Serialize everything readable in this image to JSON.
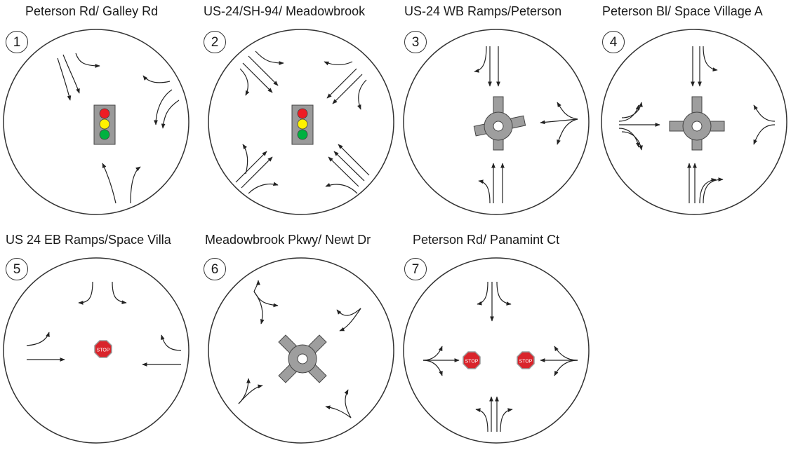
{
  "panels": [
    {
      "number": "1",
      "title": "Peterson Rd/ Galley Rd",
      "control": "traffic-signal"
    },
    {
      "number": "2",
      "title": "US-24/SH-94/ Meadowbrook",
      "control": "traffic-signal"
    },
    {
      "number": "3",
      "title": "US-24 WB Ramps/Peterson",
      "control": "roundabout"
    },
    {
      "number": "4",
      "title": "Peterson Bl/ Space Village A",
      "control": "roundabout"
    },
    {
      "number": "5",
      "title": "US 24 EB Ramps/Space Villa",
      "control": "stop-sign"
    },
    {
      "number": "6",
      "title": "Meadowbrook Pkwy/ Newt Dr",
      "control": "roundabout"
    },
    {
      "number": "7",
      "title": "Peterson Rd/ Panamint Ct",
      "control": "stop-sign"
    }
  ],
  "stop_sign_text": "STOP",
  "colors": {
    "signal_red": "#ee1c24",
    "signal_yellow": "#fff200",
    "signal_green": "#00b140",
    "signal_housing": "#9a9a9a",
    "roundabout_fill": "#9e9e9e",
    "stop_sign": "#d9242b",
    "arrow": "#222222"
  }
}
